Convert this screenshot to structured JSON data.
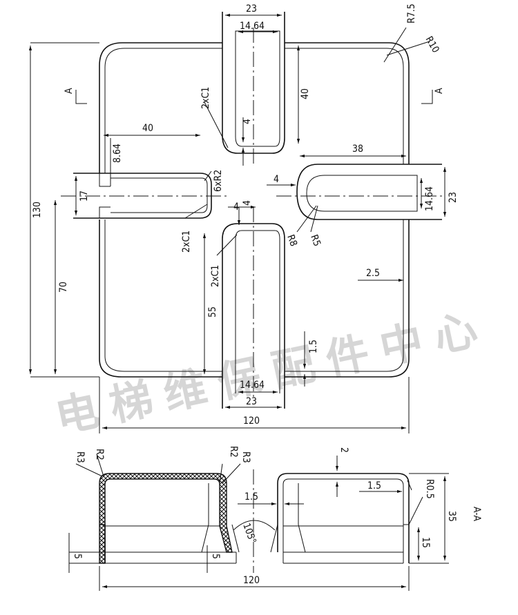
{
  "watermark": "电梯维保配件中心",
  "top_view": {
    "dims": {
      "top_slot_width": "23",
      "top_slot_inner": "14.64",
      "top_slot_height": "40",
      "top_r_small": "R7.5",
      "top_r_large": "R10",
      "overall_height": "130",
      "left_slot_length": "40",
      "left_offset": "8.64",
      "left_slot_width": "17",
      "left_height": "70",
      "chamfer_a": "2xC1",
      "chamfer_b": "2xC1",
      "chamfer_c": "2xC1",
      "fillet_r2": "6xR2",
      "gap_a": "4",
      "gap_b": "4",
      "gap_c": "4",
      "gap_d": "4",
      "right_slot_length": "38",
      "right_slot_inner": "14.64",
      "right_slot_width": "23",
      "r8": "R8",
      "r5": "R5",
      "wall_offset": "2.5",
      "bottom_slot_height": "55",
      "wall_thickness": "1.5",
      "bottom_slot_inner": "14.64",
      "bottom_slot_width": "23",
      "overall_width": "120"
    },
    "section_marks": [
      "A",
      "A"
    ]
  },
  "section_view": {
    "label": "A-A",
    "dims": {
      "r2_left": "R2",
      "r3_left": "R3",
      "r2_mid": "R2",
      "r3_mid": "R3",
      "top_thickness": "2",
      "wall_left": "1.5",
      "wall_right": "1.5",
      "r05": "R0.5",
      "height": "35",
      "step_height": "15",
      "angle": "105°",
      "foot_left": "5",
      "foot_mid": "5",
      "width": "120"
    }
  }
}
